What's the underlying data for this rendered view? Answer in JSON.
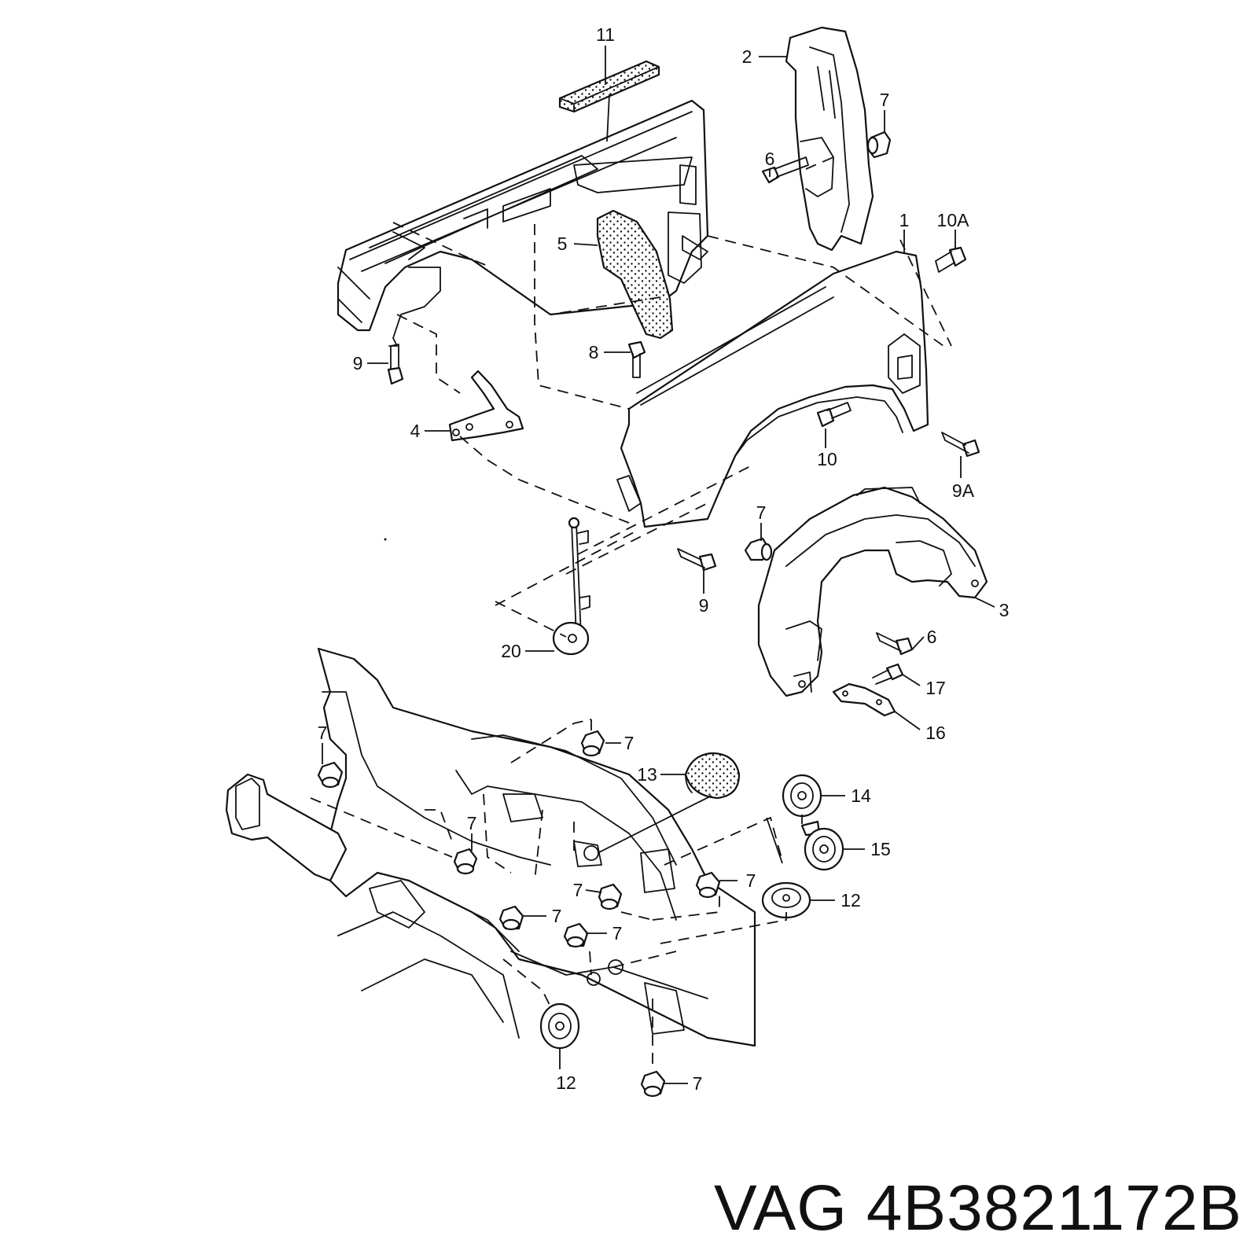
{
  "diagram": {
    "callouts": [
      {
        "id": "c11",
        "label": "11"
      },
      {
        "id": "c2",
        "label": "2"
      },
      {
        "id": "c7a",
        "label": "7"
      },
      {
        "id": "c6a",
        "label": "6"
      },
      {
        "id": "c1",
        "label": "1"
      },
      {
        "id": "c10A",
        "label": "10A"
      },
      {
        "id": "c5",
        "label": "5"
      },
      {
        "id": "c8",
        "label": "8"
      },
      {
        "id": "c9a",
        "label": "9"
      },
      {
        "id": "c4",
        "label": "4"
      },
      {
        "id": "c10",
        "label": "10"
      },
      {
        "id": "c9A",
        "label": "9A"
      },
      {
        "id": "c7b",
        "label": "7"
      },
      {
        "id": "c9b",
        "label": "9"
      },
      {
        "id": "c3",
        "label": "3"
      },
      {
        "id": "c6b",
        "label": "6"
      },
      {
        "id": "c20",
        "label": "20"
      },
      {
        "id": "c17",
        "label": "17"
      },
      {
        "id": "c16",
        "label": "16"
      },
      {
        "id": "c7c",
        "label": "7"
      },
      {
        "id": "c7d",
        "label": "7"
      },
      {
        "id": "c13",
        "label": "13"
      },
      {
        "id": "c14",
        "label": "14"
      },
      {
        "id": "c7e",
        "label": "7"
      },
      {
        "id": "c15",
        "label": "15"
      },
      {
        "id": "c7f",
        "label": "7"
      },
      {
        "id": "c7g",
        "label": "7"
      },
      {
        "id": "c12a",
        "label": "12"
      },
      {
        "id": "c7h",
        "label": "7"
      },
      {
        "id": "c7i",
        "label": "7"
      },
      {
        "id": "c12b",
        "label": "12"
      },
      {
        "id": "c7j",
        "label": "7"
      }
    ]
  },
  "caption": {
    "text": "VAG 4B3821172B"
  }
}
